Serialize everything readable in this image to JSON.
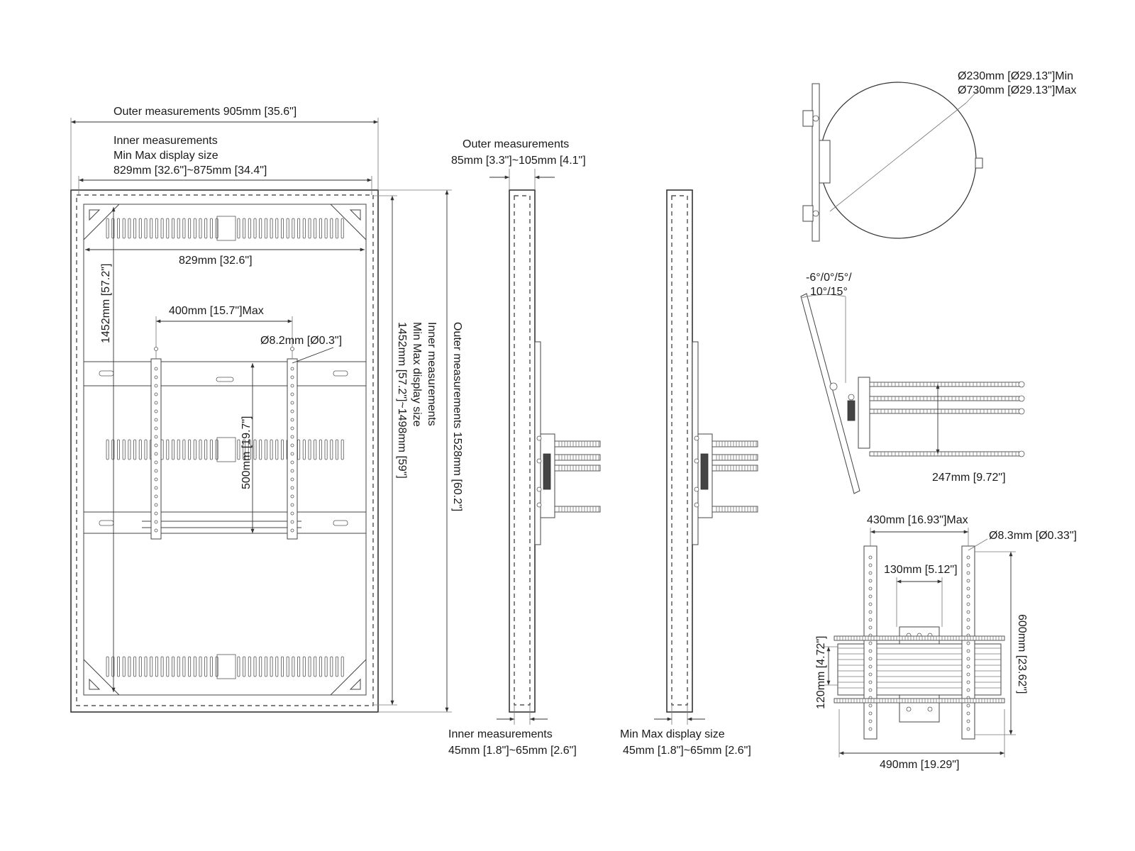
{
  "front_view": {
    "outer_width": "Outer measurements 905mm [35.6\"]",
    "inner_width_title": "Inner measurements",
    "inner_width_sub": "Min Max display size",
    "inner_width_value": "829mm [32.6\"]~875mm [34.4\"]",
    "inner_width_short": "829mm [32.6\"]",
    "inner_height_short": "1452mm [57.2\"]",
    "vesa_width": "400mm [15.7\"]Max",
    "vesa_height": "500mm [19.7\"]",
    "hole_diameter": "Ø8.2mm [Ø0.3\"]",
    "inner_height_title": "Inner measurements",
    "inner_height_sub": "Min Max display size",
    "inner_height_value": "1452mm [57.2\"]~1498mm [59\"]",
    "outer_height": "Outer measurements 1528mm [60.2\"]"
  },
  "side_view_outer": {
    "title": "Outer measurements",
    "value": "85mm [3.3\"]~105mm [4.1\"]"
  },
  "side_view_inner": {
    "title": "Inner measurements",
    "value": "45mm [1.8\"]~65mm [2.6\"]"
  },
  "side_view_display": {
    "title": "Min Max display size",
    "value": "45mm [1.8\"]~65mm [2.6\"]"
  },
  "swivel_view": {
    "min_diameter": "Ø230mm [Ø29.13\"]Min",
    "max_diameter": "Ø730mm [Ø29.13\"]Max"
  },
  "tilt_view": {
    "tilt_line1": "-6°/0°/5°/",
    "tilt_line2": "10°/15°",
    "depth": "247mm [9.72\"]"
  },
  "bracket_view": {
    "max_width": "430mm [16.93\"]Max",
    "hole_diameter": "Ø8.3mm [Ø0.33\"]",
    "center_width": "130mm [5.12\"]",
    "height": "600mm [23.62\"]",
    "rail_height": "120mm [4.72\"]",
    "base_width": "490mm [19.29\"]"
  }
}
